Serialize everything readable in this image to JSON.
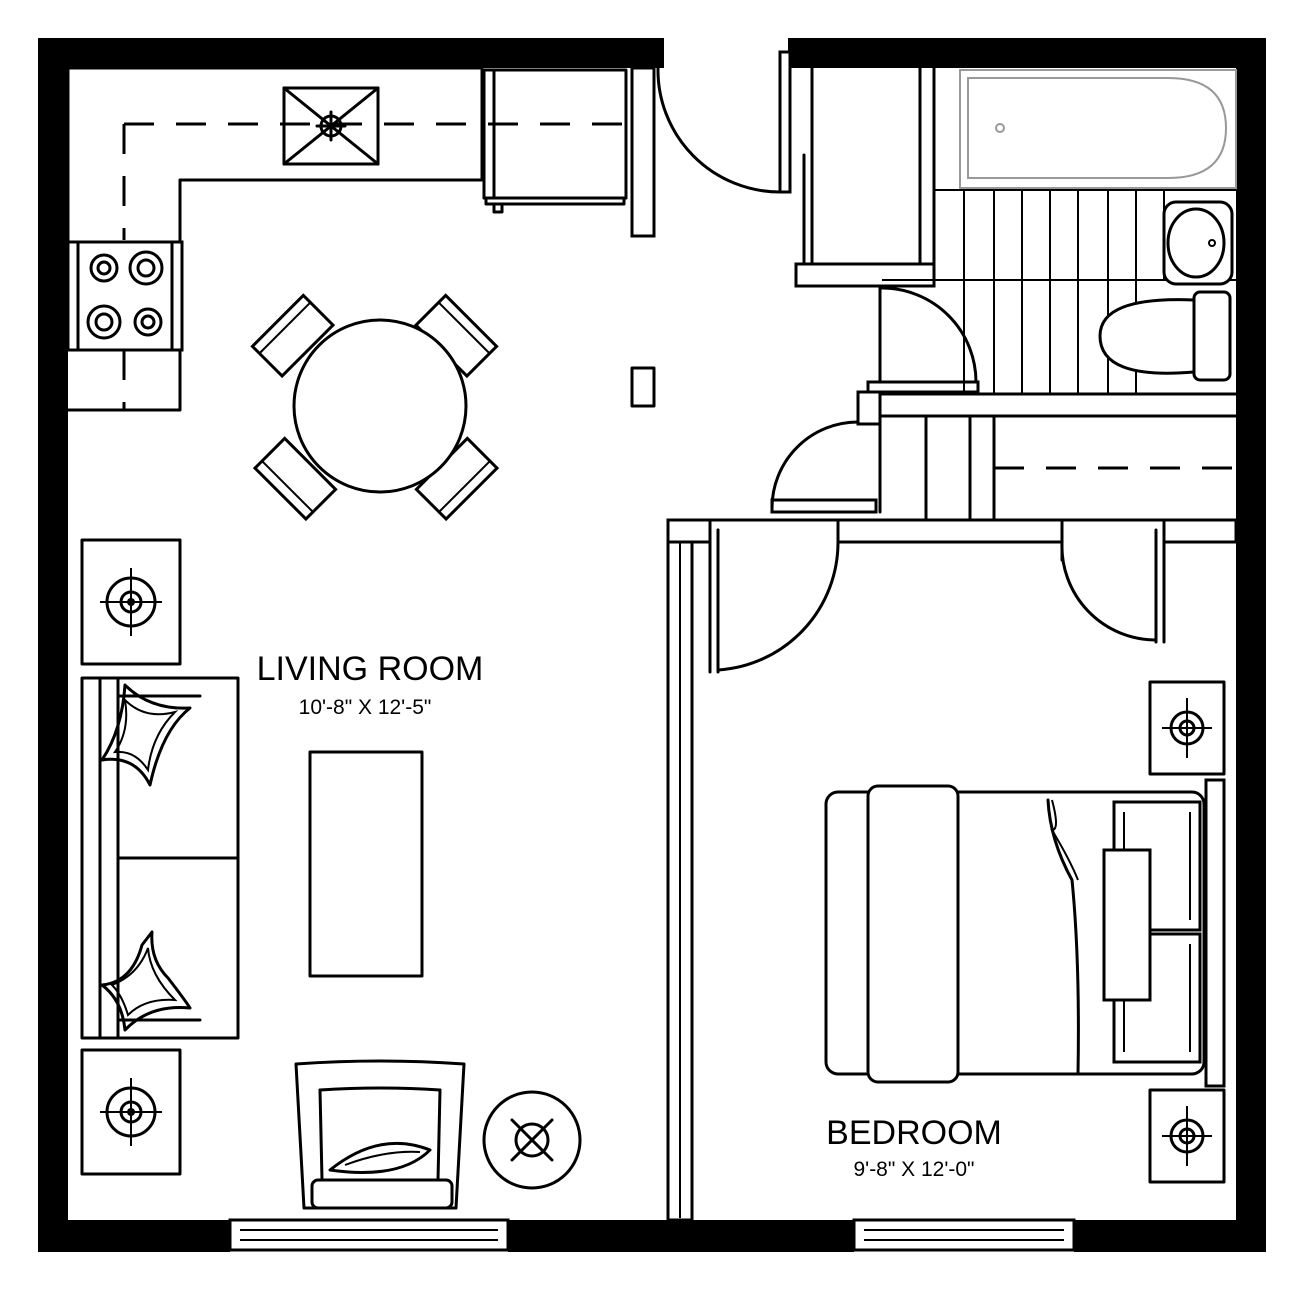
{
  "rooms": {
    "living": {
      "name": "LIVING ROOM",
      "dimensions": "10'-8\" X 12'-5\""
    },
    "bedroom": {
      "name": "BEDROOM",
      "dimensions": "9'-8\" X 12'-0\""
    }
  },
  "colors": {
    "line": "#000000",
    "background": "#ffffff"
  }
}
